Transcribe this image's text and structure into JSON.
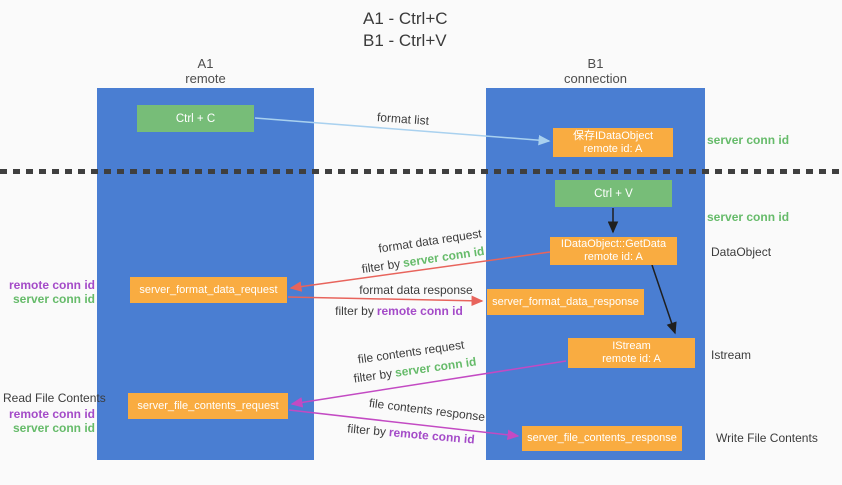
{
  "title": {
    "line1": "A1 - Ctrl+C",
    "line2": "B1 - Ctrl+V"
  },
  "lifelines": {
    "a": {
      "name": "A1",
      "role": "remote"
    },
    "b": {
      "name": "B1",
      "role": "connection"
    }
  },
  "nodes": {
    "ctrl_c": {
      "label": "Ctrl + C"
    },
    "ctrl_v": {
      "label": "Ctrl + V"
    },
    "save_dataobject": {
      "line1": "保存IDataObject",
      "line2": "remote id: A"
    },
    "getdata": {
      "line1": "IDataObject::GetData",
      "line2": "remote id: A"
    },
    "istream": {
      "line1": "IStream",
      "line2": "remote id: A"
    },
    "server_format_data_request": {
      "label": "server_format_data_request"
    },
    "server_format_data_response": {
      "label": "server_format_data_response"
    },
    "server_file_contents_request": {
      "label": "server_file_contents_request"
    },
    "server_file_contents_response": {
      "label": "server_file_contents_response"
    }
  },
  "arrow_labels": {
    "format_list": "format list",
    "format_data_request": "format data request",
    "format_data_response": "format data response",
    "file_contents_request": "file contents request",
    "file_contents_response": "file contents response",
    "filter_by": "filter by",
    "server_conn_id": "server conn id",
    "remote_conn_id": "remote conn id"
  },
  "side_labels": {
    "server_conn_id": "server conn id",
    "remote_conn_id": "remote conn id",
    "dataobject": "DataObject",
    "istream": "Istream",
    "read_file_contents": "Read File Contents",
    "write_file_contents": "Write File Contents"
  },
  "colors": {
    "lifeline_blue": "#4a7ed2",
    "node_green": "#77bd78",
    "node_orange": "#f9ac41",
    "arrow_light_blue": "#a9d1ef",
    "arrow_red": "#e8645c",
    "arrow_magenta": "#c34ac3",
    "arrow_black": "#1f1f1f",
    "text_green": "#66bb6a",
    "text_purple": "#a44bc8",
    "text_dark": "#3c3c3c"
  }
}
